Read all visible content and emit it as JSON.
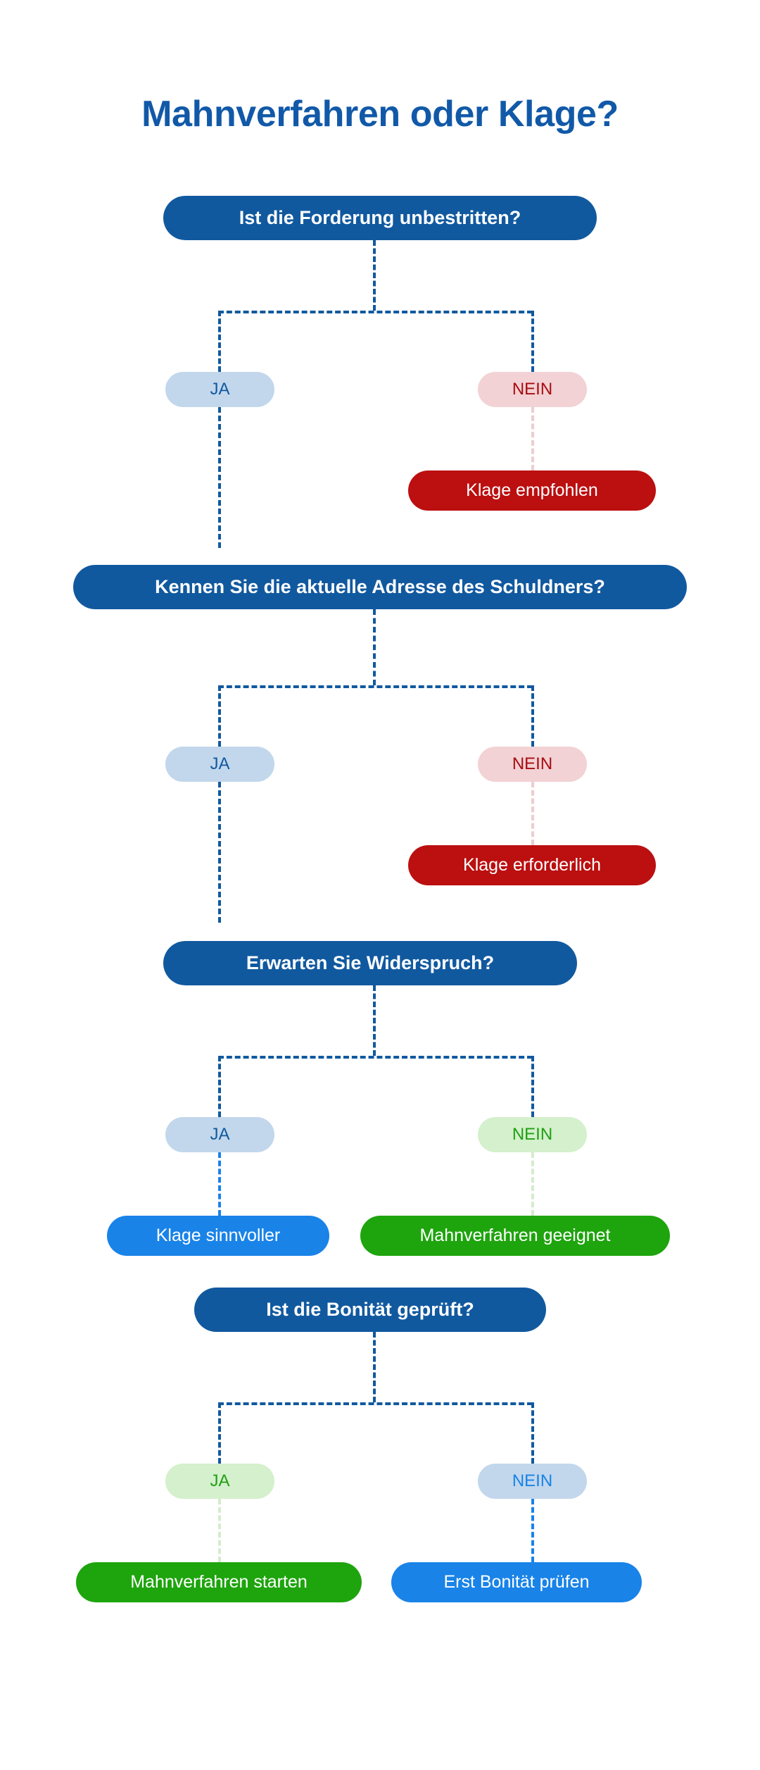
{
  "page": {
    "title": "Mahnverfahren oder Klage?",
    "background_color": "#ffffff"
  },
  "colors": {
    "brand_dark_blue": "#11599f",
    "bright_blue": "#1983e8",
    "pill_blue_bg": "#c2d7ec",
    "dark_red": "#bb0f10",
    "pill_red_bg": "#f2d2d4",
    "red_text": "#a80d12",
    "green": "#1ea40d",
    "pill_green_bg": "#d4f0cc",
    "green_text": "#20a014"
  },
  "flow": {
    "sections": [
      {
        "id": "section-1",
        "question": "Ist die Forderung unbestritten?",
        "yes": {
          "label": "JA",
          "style": "blue",
          "outcome": null
        },
        "no": {
          "label": "NEIN",
          "style": "red",
          "outcome": "Klage empfohlen"
        }
      },
      {
        "id": "section-2",
        "question": "Kennen Sie die aktuelle Adresse des Schuldners?",
        "yes": {
          "label": "JA",
          "style": "blue",
          "outcome": null
        },
        "no": {
          "label": "NEIN",
          "style": "red",
          "outcome": "Klage erforderlich"
        }
      },
      {
        "id": "section-3",
        "question": "Erwarten Sie Widerspruch?",
        "yes": {
          "label": "JA",
          "style": "blue",
          "outcome": "Klage sinnvoller"
        },
        "no": {
          "label": "NEIN",
          "style": "green",
          "outcome": "Mahnverfahren geeignet"
        }
      },
      {
        "id": "section-4",
        "question": "Ist die Bonität geprüft?",
        "yes": {
          "label": "JA",
          "style": "green",
          "outcome": "Mahnverfahren starten"
        },
        "no": {
          "label": "NEIN",
          "style": "blue",
          "outcome": "Erst Bonität prüfen"
        }
      }
    ]
  }
}
